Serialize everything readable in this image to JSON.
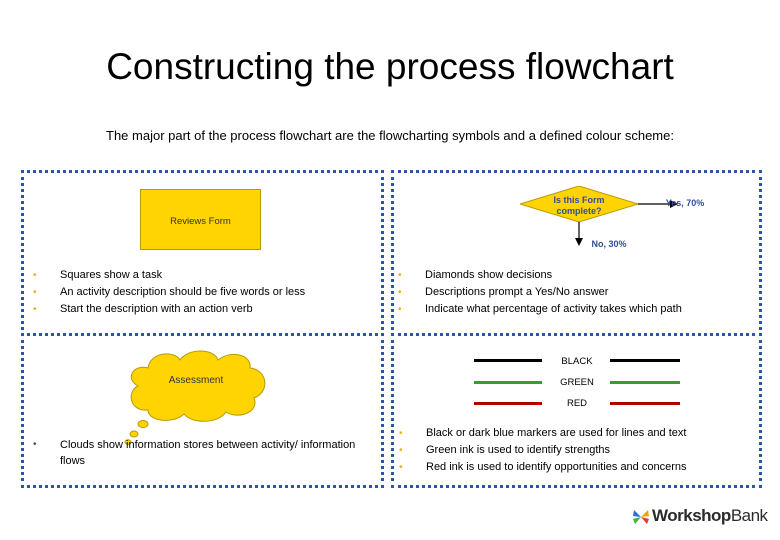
{
  "title": "Constructing the process flowchart",
  "subtitle": "The major part of the process flowchart are the flowcharting symbols and a defined colour scheme:",
  "panels": {
    "squares": {
      "box_label": "Reviews Form",
      "bullets": [
        "Squares show a task",
        "An activity description should be five words or less",
        "Start the description with an action verb"
      ]
    },
    "diamonds": {
      "diamond_label": [
        "Is this Form",
        "complete?"
      ],
      "yes_label": "Yes, 70%",
      "no_label": "No, 30%",
      "bullets": [
        "Diamonds show decisions",
        "Descriptions prompt a Yes/No answer",
        "Indicate what percentage of activity takes which path"
      ]
    },
    "clouds": {
      "cloud_label": "Assessment",
      "bullets": [
        "Clouds show information stores between activity/ information flows"
      ]
    },
    "markers": {
      "rows": [
        {
          "label": "BLACK",
          "color": "#000000"
        },
        {
          "label": "GREEN",
          "color": "#3a9a3a"
        },
        {
          "label": "RED",
          "color": "#b00000"
        }
      ],
      "bullets": [
        "Black or dark blue markers are used for lines and text",
        "Green ink is used to identify strengths",
        "Red ink is used to identify opportunities and concerns"
      ]
    }
  },
  "logo": {
    "text_part1": "Workshop",
    "text_part2": "Bank"
  },
  "colors": {
    "panel_border": "#2a57a8",
    "task_fill": "#ffd400",
    "diamond_fill": "#ffd400",
    "cloud_fill": "#ffd400"
  }
}
